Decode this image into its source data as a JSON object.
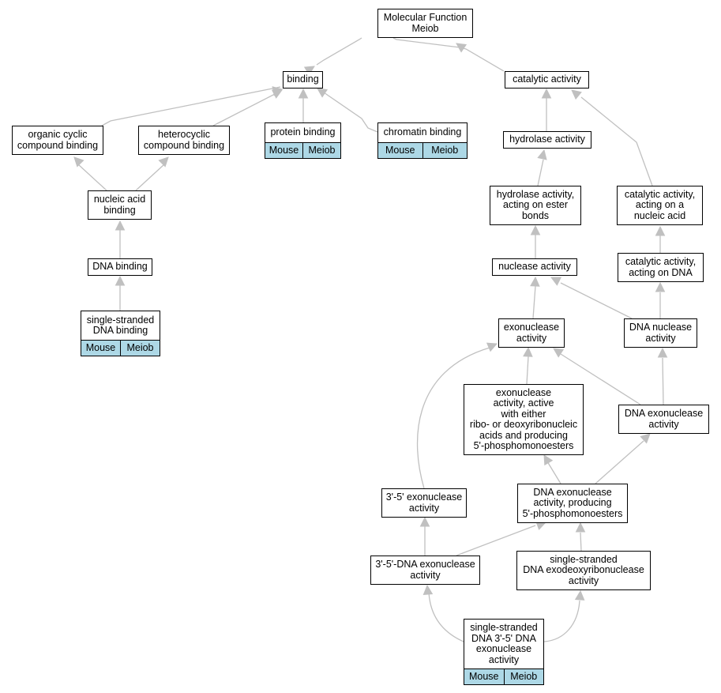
{
  "colors": {
    "edge": "#c0c0c0",
    "annotation_fill": "#add8e6",
    "border": "#000000"
  },
  "nodes": [
    {
      "id": "mf",
      "lines": [
        "Molecular Function",
        "Meiob"
      ]
    },
    {
      "id": "binding",
      "lines": [
        "binding"
      ]
    },
    {
      "id": "catalytic",
      "lines": [
        "catalytic activity"
      ]
    },
    {
      "id": "organic",
      "lines": [
        "organic cyclic",
        "compound binding"
      ]
    },
    {
      "id": "heterocyclic",
      "lines": [
        "heterocyclic",
        "compound binding"
      ]
    },
    {
      "id": "protein",
      "lines": [
        "protein binding"
      ],
      "annot": [
        "Mouse",
        "Meiob"
      ]
    },
    {
      "id": "chromatin",
      "lines": [
        "chromatin binding"
      ],
      "annot": [
        "Mouse",
        "Meiob"
      ]
    },
    {
      "id": "hydrolase",
      "lines": [
        "hydrolase activity"
      ]
    },
    {
      "id": "nucleicacid",
      "lines": [
        "nucleic acid",
        "binding"
      ]
    },
    {
      "id": "hydroester",
      "lines": [
        "hydrolase activity,",
        "acting on ester",
        "bonds"
      ]
    },
    {
      "id": "catnucleic",
      "lines": [
        "catalytic activity,",
        "acting on a",
        "nucleic acid"
      ]
    },
    {
      "id": "dnabinding",
      "lines": [
        "DNA binding"
      ]
    },
    {
      "id": "nuclease",
      "lines": [
        "nuclease activity"
      ]
    },
    {
      "id": "catdna",
      "lines": [
        "catalytic activity,",
        "acting on DNA"
      ]
    },
    {
      "id": "ssdnabinding",
      "lines": [
        "single-stranded",
        "DNA binding"
      ],
      "annot": [
        "Mouse",
        "Meiob"
      ]
    },
    {
      "id": "exonuclease",
      "lines": [
        "exonuclease",
        "activity"
      ]
    },
    {
      "id": "dnanuclease",
      "lines": [
        "DNA nuclease",
        "activity"
      ]
    },
    {
      "id": "exoactive",
      "lines": [
        "exonuclease",
        "activity, active",
        "with either",
        "ribo- or deoxyribonucleic",
        "acids and producing",
        "5'-phosphomonoesters"
      ]
    },
    {
      "id": "dnaexo",
      "lines": [
        "DNA exonuclease",
        "activity"
      ]
    },
    {
      "id": "exo35",
      "lines": [
        "3'-5' exonuclease",
        "activity"
      ]
    },
    {
      "id": "dnaexo5p",
      "lines": [
        "DNA exonuclease",
        "activity, producing",
        "5'-phosphomonoesters"
      ]
    },
    {
      "id": "dnaexo35",
      "lines": [
        "3'-5'-DNA exonuclease",
        "activity"
      ]
    },
    {
      "id": "ssexodeoxy",
      "lines": [
        "single-stranded",
        "DNA exodeoxyribonuclease",
        "activity"
      ]
    },
    {
      "id": "ss35",
      "lines": [
        "single-stranded",
        "DNA 3'-5' DNA",
        "exonuclease",
        "activity"
      ],
      "annot": [
        "Mouse",
        "Meiob"
      ]
    }
  ]
}
